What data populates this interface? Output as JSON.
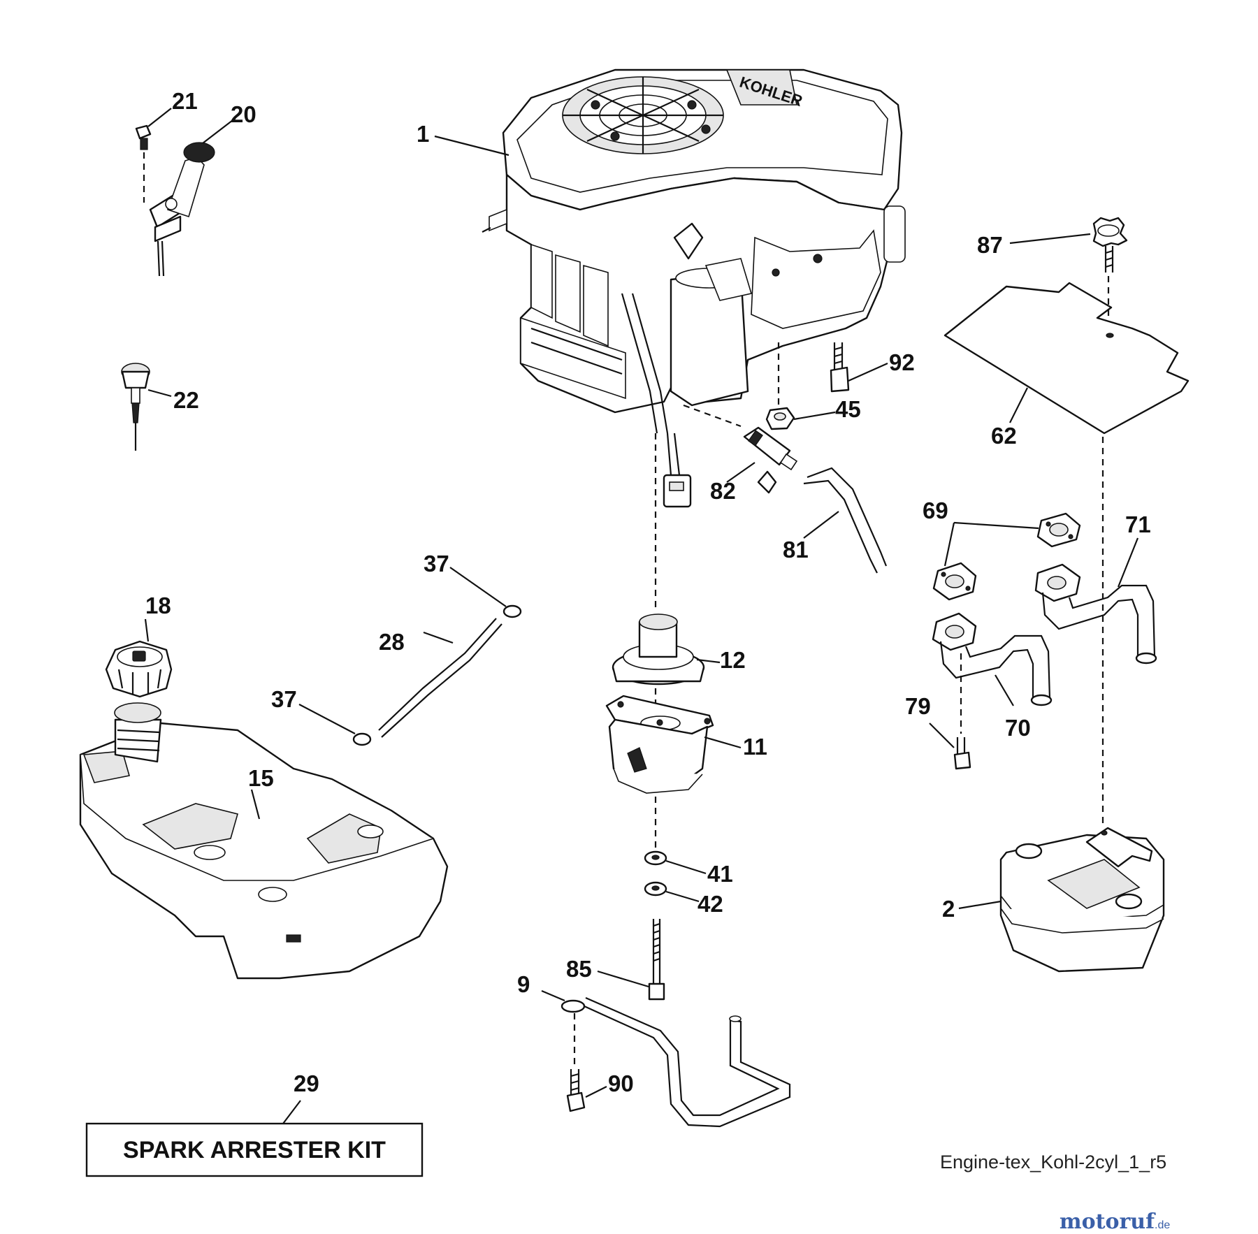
{
  "diagram": {
    "kit_label": "SPARK ARRESTER KIT",
    "drawing_id": "Engine-tex_Kohl-2cyl_1_r5",
    "engine_brand": "KOHLER",
    "watermark": {
      "text_main": "motoruf",
      "text_suffix": ".de",
      "color_main": "#3a5fa8",
      "color_accent": "#d98a1a"
    },
    "callouts": {
      "c1": "1",
      "c2": "2",
      "c9": "9",
      "c11": "11",
      "c12": "12",
      "c15": "15",
      "c18": "18",
      "c20": "20",
      "c21": "21",
      "c22": "22",
      "c28": "28",
      "c29": "29",
      "c37a": "37",
      "c37b": "37",
      "c41": "41",
      "c42": "42",
      "c45": "45",
      "c62": "62",
      "c69": "69",
      "c70": "70",
      "c71": "71",
      "c79": "79",
      "c81": "81",
      "c82": "82",
      "c85": "85",
      "c87": "87",
      "c90": "90",
      "c92": "92"
    }
  }
}
